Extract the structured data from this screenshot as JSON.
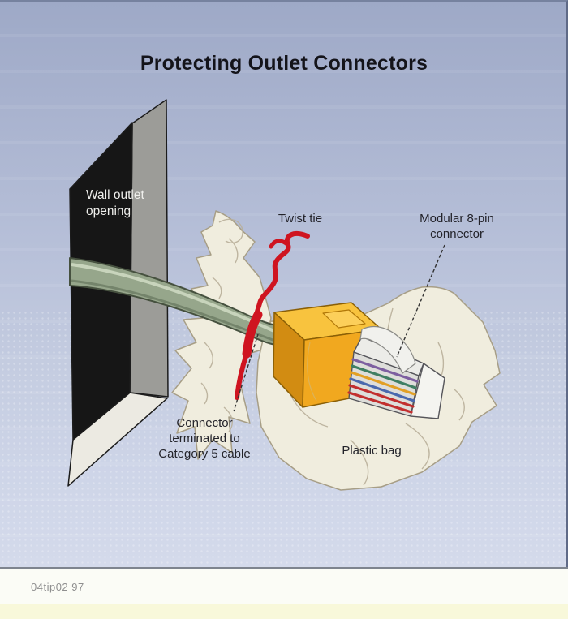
{
  "title": "Protecting Outlet Connectors",
  "labels": {
    "wall_outlet": "Wall outlet\nopening",
    "twist_tie": "Twist tie",
    "modular_connector": "Modular 8-pin\nconnector",
    "connector_terminated": "Connector\nterminated to\nCategory 5 cable",
    "plastic_bag": "Plastic bag"
  },
  "caption": "04tip02 97",
  "colors": {
    "background_top": "#9ea9c7",
    "background_bottom": "#d4daeb",
    "wall_front": "#161616",
    "wall_side": "#9c9c98",
    "wall_bottom": "#eceae2",
    "cable_green": "#96a68b",
    "twist_tie_red": "#cf1420",
    "boot_yellow": "#f1a81f",
    "bag_cream": "#f0edde",
    "caption_strip": "#fbfcf6",
    "footer_strip": "#f8f8da"
  }
}
